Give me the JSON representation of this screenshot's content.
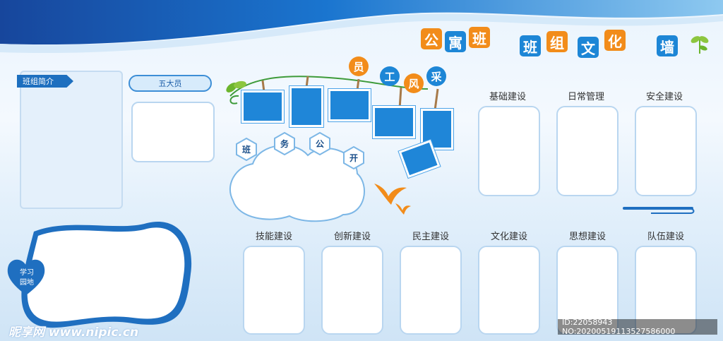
{
  "title": {
    "chars": [
      "公",
      "寓",
      "班",
      "班",
      "组",
      "文",
      "化",
      "墙"
    ],
    "colors": [
      "#f28c1a",
      "#1d86d6",
      "#f28c1a",
      "#1d86d6",
      "#f28c1a",
      "#1d86d6",
      "#f28c1a",
      "#1d86d6"
    ]
  },
  "left": {
    "intro_label": "班组简介",
    "five_label": "五大员",
    "study_label": [
      "学习",
      "园地"
    ]
  },
  "staff": {
    "bubbles": [
      "员",
      "工",
      "风",
      "采"
    ],
    "bubble_colors": [
      "#f28c1a",
      "#1d86d6",
      "#f28c1a",
      "#1d86d6"
    ]
  },
  "affairs": {
    "hex": [
      "班",
      "务",
      "公",
      "开"
    ]
  },
  "sections_top": [
    "基础建设",
    "日常管理",
    "安全建设"
  ],
  "sections_bottom": [
    "技能建设",
    "创新建设",
    "民主建设",
    "文化建设",
    "思想建设",
    "队伍建设"
  ],
  "watermark": {
    "logo": "昵享网 www.nipic.cn",
    "id": "ID:22058943 NO:20200519113527586000"
  },
  "colors": {
    "accent_blue": "#1d86d6",
    "accent_orange": "#f28c1a",
    "frame_border": "#b9d6f0"
  }
}
